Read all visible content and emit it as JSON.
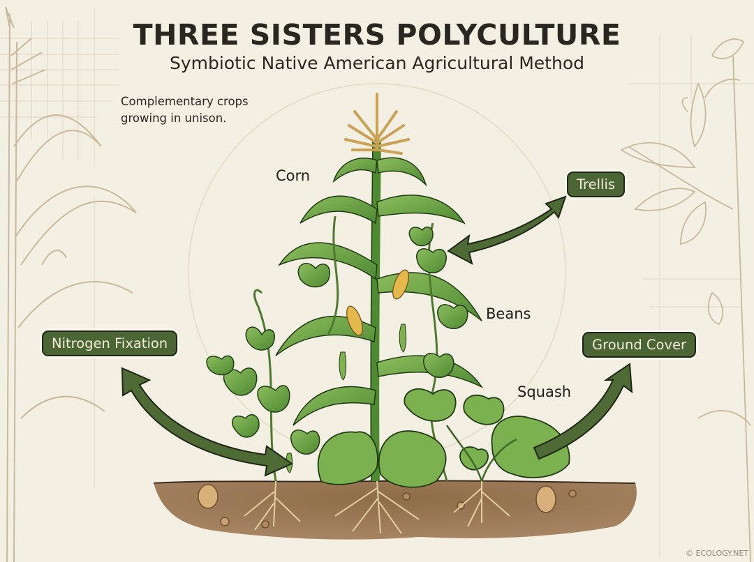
{
  "header": {
    "title": "THREE SISTERS POLYCULTURE",
    "subtitle": "Symbiotic Native American Agricultural Method"
  },
  "caption": {
    "line1": "Complementary crops",
    "line2": "growing in unison."
  },
  "plant_labels": {
    "corn": "Corn",
    "beans": "Beans",
    "squash": "Squash"
  },
  "functions": {
    "trellis": "Trellis",
    "nitrogen": "Nitrogen Fixation",
    "ground_cover": "Ground Cover"
  },
  "footer": {
    "copyright": "© ECOLOGY.NET"
  },
  "colors": {
    "background": "#f4efe3",
    "pill_fill": "#4b6534",
    "arrow_fill": "#4e6b35",
    "leaf_green": "#6fa447",
    "soil": "#8b6a47",
    "sketch_line": "#c8b99a"
  },
  "icons": {
    "arrows": [
      "double-arrow-trellis",
      "double-arrow-nitrogen",
      "arrow-ground-cover"
    ]
  }
}
